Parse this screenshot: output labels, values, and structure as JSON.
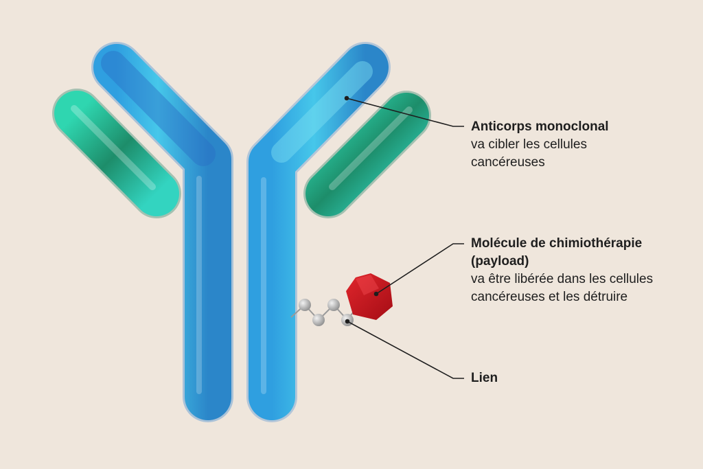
{
  "labels": {
    "antibody": {
      "title": "Anticorps monoclonal",
      "desc_line1": "va cibler les cellules",
      "desc_line2": "cancéreuses"
    },
    "payload": {
      "title_line1": "Molécule de chimiothérapie",
      "title_line2": "(payload)",
      "desc_line1": "va être libérée dans les cellules",
      "desc_line2": "cancéreuses et les détruire"
    },
    "linker": {
      "title": "Lien"
    }
  },
  "colors": {
    "background": "#efe6dc",
    "heavy_chain": "#3cbde3",
    "heavy_chain_dark": "#2b86c9",
    "light_chain": "#27c49e",
    "light_chain_dark": "#1c8a68",
    "payload": "#c5121c",
    "linker_node": "#b9b9b9",
    "leader_line": "#1e1e1e"
  },
  "icons": {
    "antibody": "y-shaped-antibody-icon",
    "payload": "red-hexagon-molecule-icon",
    "linker": "chain-linker-icon"
  }
}
